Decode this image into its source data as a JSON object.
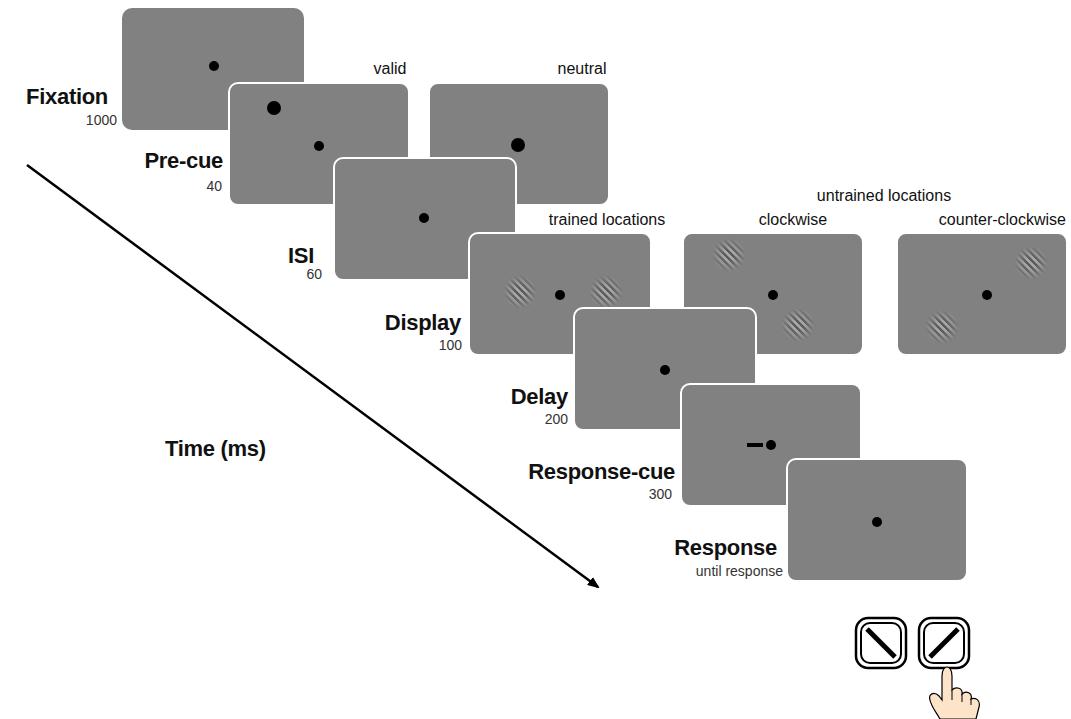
{
  "diagram": {
    "nodes": [
      {
        "text": [
          "Fixation",
          "1000"
        ]
      },
      {
        "text": [
          "Pre-cue",
          "40",
          "valid"
        ]
      },
      {
        "text": [
          "neutral"
        ]
      },
      {
        "text": [
          "ISI",
          "60"
        ]
      },
      {
        "text": [
          "Display",
          "100",
          "trained locations"
        ]
      },
      {
        "text": [
          "clockwise"
        ]
      },
      {
        "text": [
          "counter-clockwise"
        ]
      },
      {
        "text": [
          "Delay",
          "200"
        ]
      },
      {
        "text": [
          "Response-cue",
          "300"
        ]
      },
      {
        "text": [
          "Response",
          "until response"
        ]
      }
    ],
    "labels": [
      "untrained locations",
      "Time (ms)"
    ]
  }
}
